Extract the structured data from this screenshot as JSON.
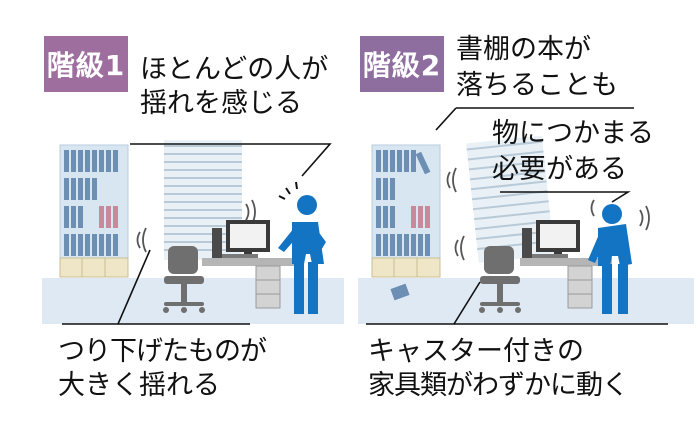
{
  "colors": {
    "badge1": "#9e6f9e",
    "badge2": "#8e6d9f",
    "person": "#1474c4",
    "floor": "#dfe9f4",
    "shelf": "#d7e6f1",
    "books": "#6d8fb3",
    "book_accent": "#c88a9b",
    "blind": "#dce8f0",
    "chair": "#6f6f6f",
    "monitor": "#3a3a3a",
    "leader_line": "#111111"
  },
  "panel1": {
    "badge": "階級1",
    "top_label": [
      "ほとんどの人が",
      "揺れを感じる"
    ],
    "bottom_label": [
      "つり下げたものが",
      "大きく揺れる"
    ]
  },
  "panel2": {
    "badge": "階級2",
    "top_label": [
      "書棚の本が",
      "落ちることも"
    ],
    "mid_label": [
      "物につかまる",
      "必要がある"
    ],
    "bottom_label": [
      "キャスター付きの",
      "家具類がわずかに動く"
    ]
  }
}
